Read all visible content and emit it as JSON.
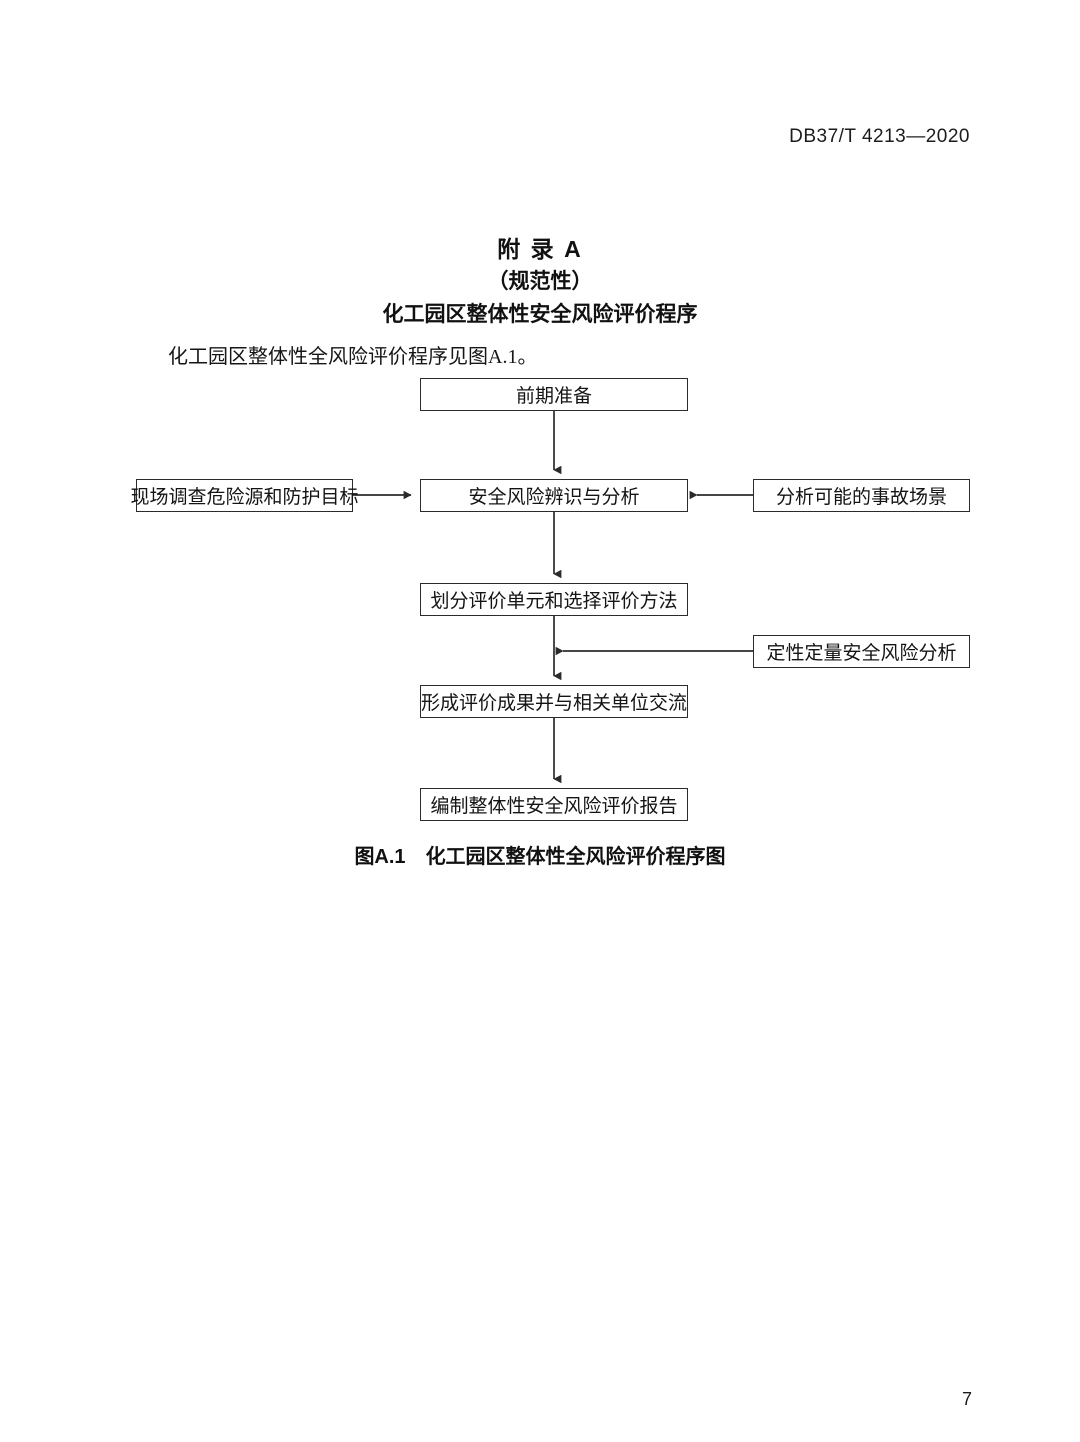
{
  "header": {
    "standard_number": "DB37/T 4213—2020"
  },
  "annex": {
    "label": "附 录 A",
    "kind": "（规范性）",
    "name": "化工园区整体性安全风险评价程序"
  },
  "body": {
    "paragraph": "化工园区整体性全风险评价程序见图A.1。"
  },
  "figure": {
    "number": "图A.1",
    "title": "化工园区整体性全风险评价程序图",
    "nodes": {
      "prep": "前期准备",
      "site_survey": "现场调查危险源和防护目标",
      "identify": "安全风险辨识与分析",
      "scenarios": "分析可能的事故场景",
      "units_methods": "划分评价单元和选择评价方法",
      "qual_quant": "定性定量安全风险分析",
      "results": "形成评价成果并与相关单位交流",
      "report": "编制整体性安全风险评价报告"
    }
  },
  "footer": {
    "page_number": "7"
  }
}
